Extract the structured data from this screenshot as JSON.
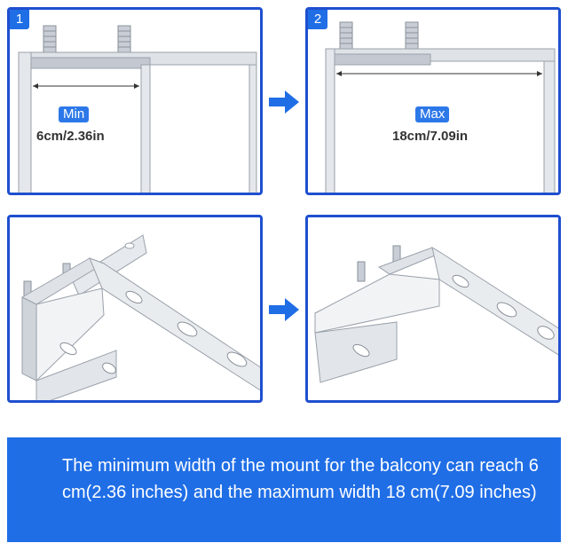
{
  "panels": {
    "min": {
      "step": "1",
      "tag": "Min",
      "value": "6cm/2.36in"
    },
    "max": {
      "step": "2",
      "tag": "Max",
      "value": "18cm/7.09in"
    }
  },
  "caption": "The minimum width of the mount for the balcony can reach 6 cm(2.36 inches) and the maximum width 18 cm(7.09 inches)",
  "colors": {
    "accent": "#1f6ee6",
    "border": "#1f4fcf",
    "metal": "#d9dde3"
  },
  "icons": {
    "arrow": "arrow-right-icon"
  }
}
